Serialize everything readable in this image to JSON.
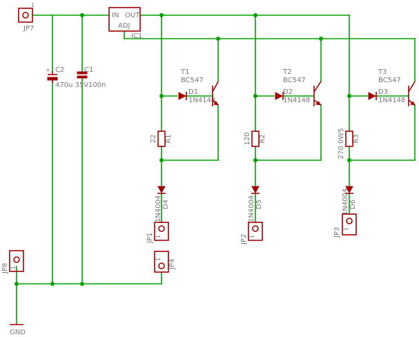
{
  "colors": {
    "wire": "#00a000",
    "symbol": "#a00000",
    "label": "#777777",
    "background": "#ffffff"
  },
  "regulator": {
    "name": "IC1",
    "in_label": "IN",
    "out_label": "OUT",
    "adj_label": "ADJ"
  },
  "connectors": {
    "jp7": {
      "name": "JP7",
      "pin": "1"
    },
    "jp8": {
      "name": "JP8",
      "pin": "1"
    },
    "jp1": {
      "name": "JP1",
      "pin": "1"
    },
    "jp2": {
      "name": "JP2",
      "pin": "1"
    },
    "jp3": {
      "name": "JP3",
      "pin": "1"
    },
    "jp4": {
      "name": "JP4",
      "pin": "1"
    }
  },
  "capacitors": {
    "c2": {
      "name": "C2",
      "value": "470u 35V"
    },
    "c1": {
      "name": "C1",
      "value": "100n"
    }
  },
  "channels": [
    {
      "transistor": {
        "name": "T1",
        "value": "BC547"
      },
      "diode": {
        "name": "D1",
        "value": "1N4148"
      },
      "resistor": {
        "name": "R1",
        "value": "22"
      },
      "out_diode": {
        "name": "D4",
        "value": "1N4004"
      }
    },
    {
      "transistor": {
        "name": "T2",
        "value": "BC547"
      },
      "diode": {
        "name": "D2",
        "value": "1N4148"
      },
      "resistor": {
        "name": "R2",
        "value": "120"
      },
      "out_diode": {
        "name": "D5",
        "value": "1N4004"
      }
    },
    {
      "transistor": {
        "name": "T3",
        "value": "BC547"
      },
      "diode": {
        "name": "D3",
        "value": "1N4148"
      },
      "resistor": {
        "name": "R3",
        "value": "270 0W5"
      },
      "out_diode": {
        "name": "D6",
        "value": "1N4004"
      }
    }
  ],
  "ground": {
    "label": "GND"
  }
}
